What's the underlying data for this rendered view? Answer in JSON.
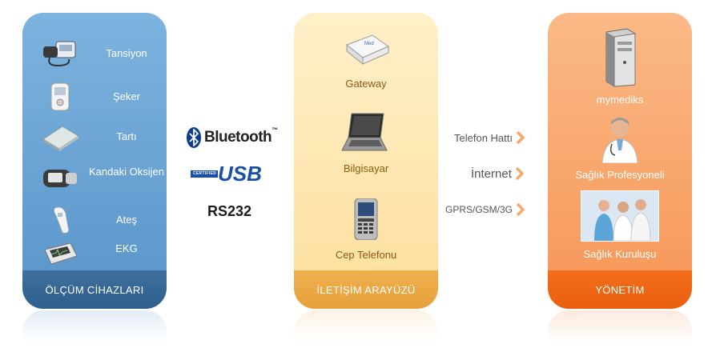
{
  "measurement": {
    "footer": "ÖLÇÜM CİHAZLARI",
    "devices": [
      {
        "label": "Tansiyon",
        "icon": "blood-pressure-monitor-icon"
      },
      {
        "label": "Şeker",
        "icon": "glucose-meter-icon"
      },
      {
        "label": "Tartı",
        "icon": "scale-icon"
      },
      {
        "label": "Kandaki Oksijen",
        "icon": "pulse-oximeter-icon"
      },
      {
        "label": "Ateş",
        "icon": "thermometer-icon"
      },
      {
        "label": "EKG",
        "icon": "ecg-device-icon"
      }
    ]
  },
  "protocols": {
    "bluetooth": "Bluetooth",
    "bluetooth_tm": "™",
    "usb_certified": "CERTIFIED",
    "usb": "USB",
    "rs232": "RS232"
  },
  "interface": {
    "footer": "İLETİŞİM ARAYÜZÜ",
    "gateway": "Gateway",
    "computer": "Bilgisayar",
    "phone": "Cep Telefonu"
  },
  "connections": {
    "phone_line": "Telefon Hattı",
    "internet": "İnternet",
    "mobile": "GPRS/GSM/3G"
  },
  "management": {
    "footer": "YÖNETİM",
    "server": "mymediks",
    "professional": "Sağlık Profesyoneli",
    "institution": "Sağlık Kuruluşu"
  },
  "colors": {
    "measurement_panel": "#6ea6d6",
    "measurement_footer": "#2e5e8c",
    "interface_panel": "#fde7b0",
    "interface_footer": "#e6a03a",
    "management_panel": "#f9a96e",
    "management_footer": "#e95f0e",
    "chevron": "#f5a96a",
    "bluetooth_blue": "#0a3d91"
  }
}
